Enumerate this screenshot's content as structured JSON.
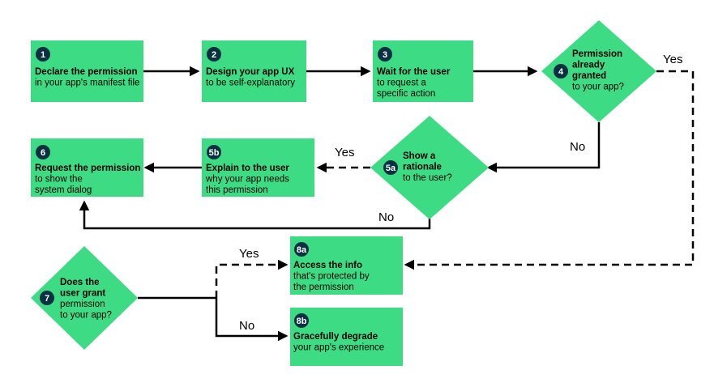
{
  "nodes": {
    "n1": {
      "badge": "1",
      "bold": [
        "Declare the permission"
      ],
      "text": [
        "in your app's manifest file"
      ]
    },
    "n2": {
      "badge": "2",
      "bold": [
        "Design your app UX"
      ],
      "text": [
        "to be self-explanatory"
      ]
    },
    "n3": {
      "badge": "3",
      "bold": [
        "Wait for the user"
      ],
      "text": [
        "to request a",
        "specific action"
      ]
    },
    "n4": {
      "badge": "4",
      "bold": [
        "Permission",
        "already",
        "granted"
      ],
      "text": [
        "to your app?"
      ]
    },
    "n5a": {
      "badge": "5a",
      "bold": [
        "Show a",
        "rationale"
      ],
      "text": [
        "to the user?"
      ]
    },
    "n5b": {
      "badge": "5b",
      "bold": [
        "Explain to the user"
      ],
      "text": [
        "why your app needs",
        "this permission"
      ]
    },
    "n6": {
      "badge": "6",
      "bold": [
        "Request the permission"
      ],
      "text": [
        "to show the",
        "system dialog"
      ]
    },
    "n7": {
      "badge": "7",
      "bold": [
        "Does the",
        "user grant"
      ],
      "text": [
        "permission",
        "to your app?"
      ]
    },
    "n8a": {
      "badge": "8a",
      "bold": [
        "Access the info"
      ],
      "text": [
        "that's protected by",
        "the permission"
      ]
    },
    "n8b": {
      "badge": "8b",
      "bold": [
        "Gracefully degrade"
      ],
      "text": [
        "your app's experience"
      ]
    }
  },
  "edge_labels": {
    "yes_4": "Yes",
    "no_4": "No",
    "yes_5a": "Yes",
    "no_5a": "No",
    "yes_7": "Yes",
    "no_7": "No"
  },
  "colors": {
    "node_fill": "#3ddc84",
    "badge_fill": "#073042",
    "line": "#000000"
  }
}
